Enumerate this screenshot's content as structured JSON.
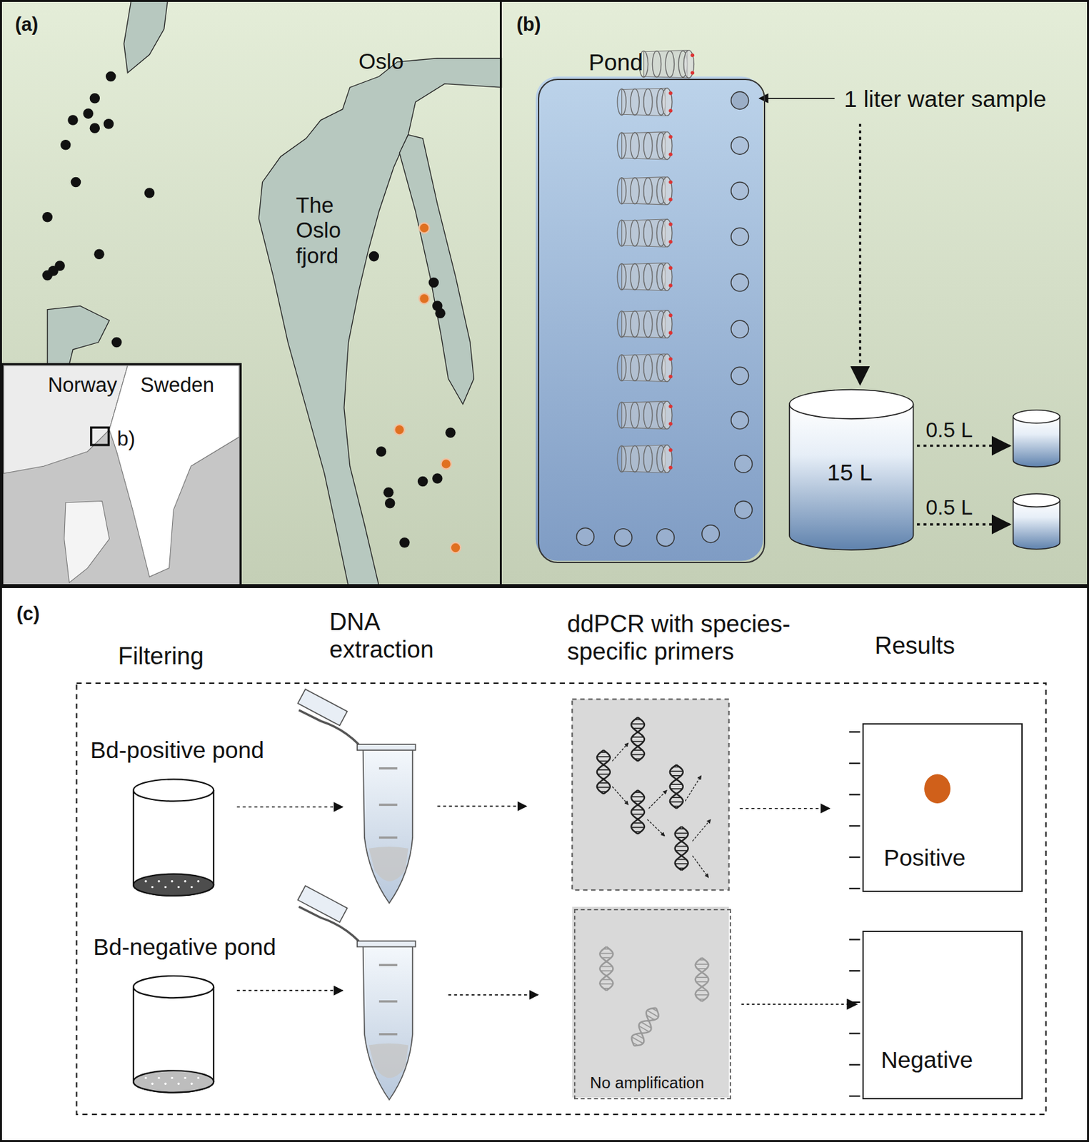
{
  "diagram": {
    "nodes": [
      {
        "text": [
          "(a)"
        ]
      },
      {
        "text": [
          "Norway",
          "Sweden",
          "b)"
        ],
        "in": 0
      },
      {
        "text": [
          "(b)"
        ]
      },
      {
        "text": [
          "Pond"
        ],
        "in": 2
      },
      {
        "text": [
          "15 L"
        ],
        "in": 2
      },
      {
        "text": [
          "(c)"
        ]
      },
      {
        "text": [
          "No amplification"
        ],
        "in": 5
      },
      {
        "text": [
          "Positive"
        ],
        "in": 5
      },
      {
        "text": [
          "Negative"
        ],
        "in": 5
      }
    ],
    "edges": [
      {
        "from": 6,
        "to": 8,
        "arrow": "to"
      }
    ],
    "labels": [
      "Oslo",
      "The Oslo fjord",
      "1 liter water sample",
      "0.5 L",
      "0.5 L",
      "Filtering",
      "DNA extraction",
      "ddPCR with species-specific primers",
      "Results",
      "Bd-positive pond",
      "Bd-negative pond"
    ]
  }
}
